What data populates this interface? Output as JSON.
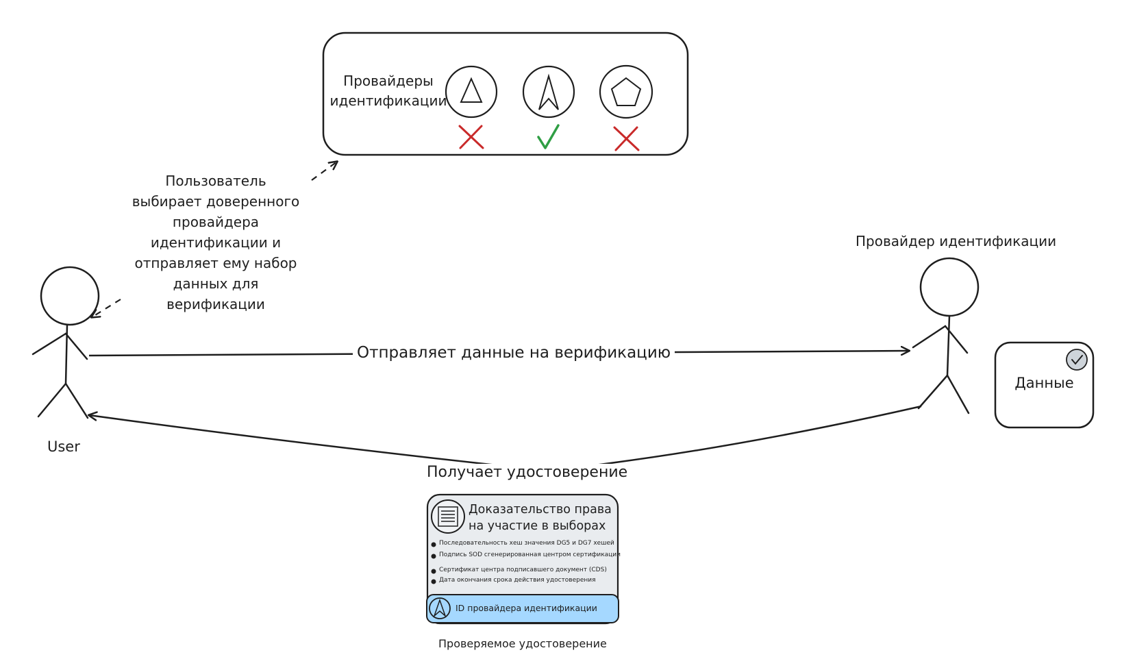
{
  "providers_panel": {
    "title_line1": "Провайдеры",
    "title_line2": "идентификации",
    "providers": [
      {
        "icon": "triangle-icon",
        "status": "rejected"
      },
      {
        "icon": "arrowhead-icon",
        "status": "accepted"
      },
      {
        "icon": "pentagon-icon",
        "status": "rejected"
      }
    ]
  },
  "user_note": {
    "lines": [
      "Пользователь",
      "выбирает доверенного",
      "провайдера",
      "идентификации и",
      "отправляет ему набор",
      "данных для",
      "верификации"
    ]
  },
  "actors": {
    "user_label": "User",
    "provider_label": "Провайдер идентификации"
  },
  "data_box": {
    "label": "Данные"
  },
  "edges": {
    "send": "Отправляет данные на верификацию",
    "receive": "Получает удостоверение"
  },
  "credential": {
    "title_line1": "Доказательство права",
    "title_line2": "на участие в выборах",
    "bullets": [
      "Последовательность хеш значения DG5 и DG7 хешей",
      "Подпись SOD сгенерированная центром сертификации",
      "Сертификат центра подписавшего документ (CDS)",
      "Дата окончания срока действия удостоверения"
    ],
    "provider_id": "ID провайдера идентификации",
    "caption": "Проверяемое удостоверение"
  },
  "colors": {
    "stroke": "#1e1e1e",
    "reject": "#c92a2a",
    "accept": "#2f9e44",
    "card_fill": "#e9ecef",
    "id_fill": "#a5d8ff"
  }
}
